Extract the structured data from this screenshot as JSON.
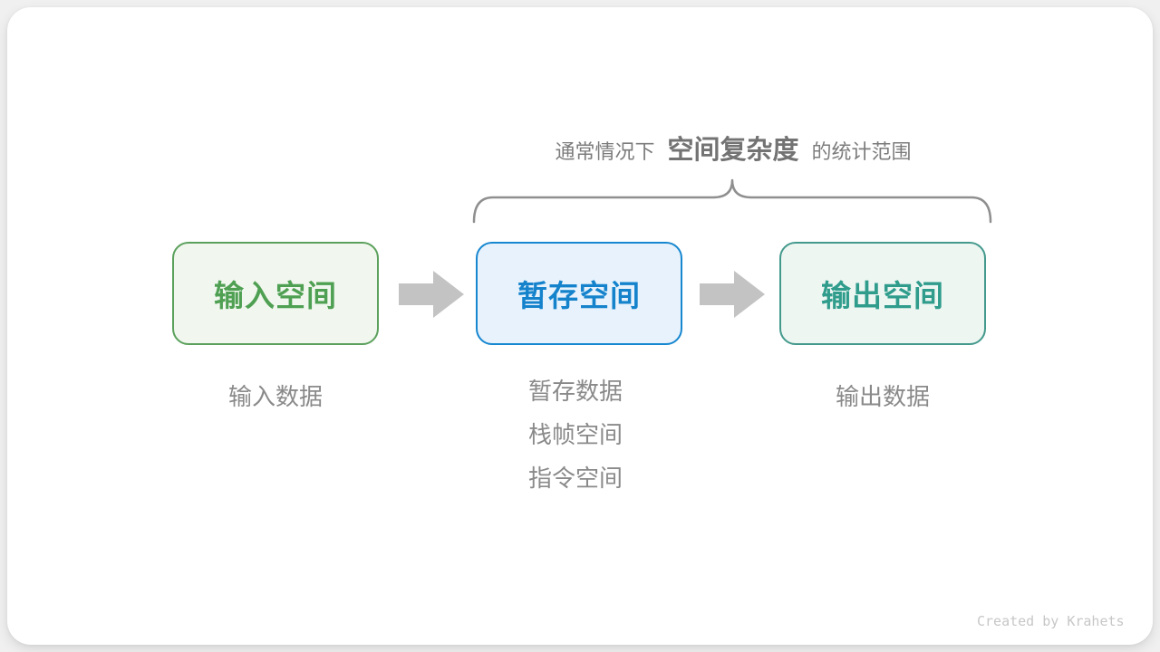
{
  "page": {
    "background_color": "#F0F0F0",
    "card_color": "#FFFFFF"
  },
  "title": {
    "prefix": "通常情况下",
    "highlight": "空间复杂度",
    "suffix": "的统计范围",
    "text_color": "#7C7C7C"
  },
  "brace": {
    "color": "#8F8F8F",
    "spans": "temp-and-output-boxes"
  },
  "boxes": [
    {
      "label": "输入空间",
      "border_color": "#5BA05C",
      "background": "#F1F7EE",
      "text_color": "#4FA053"
    },
    {
      "label": "暂存空间",
      "border_color": "#1787D0",
      "background": "#E7F2FC",
      "text_color": "#1583CC"
    },
    {
      "label": "输出空间",
      "border_color": "#43998C",
      "background": "#EEF6F2",
      "text_color": "#2F9C8C"
    }
  ],
  "arrows": {
    "color": "#C3C3C3",
    "direction": "right"
  },
  "annotations": {
    "input": "输入数据",
    "temp": [
      "暂存数据",
      "栈帧空间",
      "指令空间"
    ],
    "output": "输出数据",
    "text_color": "#8A8A8A"
  },
  "footer": {
    "credit": "Created by Krahets",
    "text_color": "#C7C7C7"
  }
}
